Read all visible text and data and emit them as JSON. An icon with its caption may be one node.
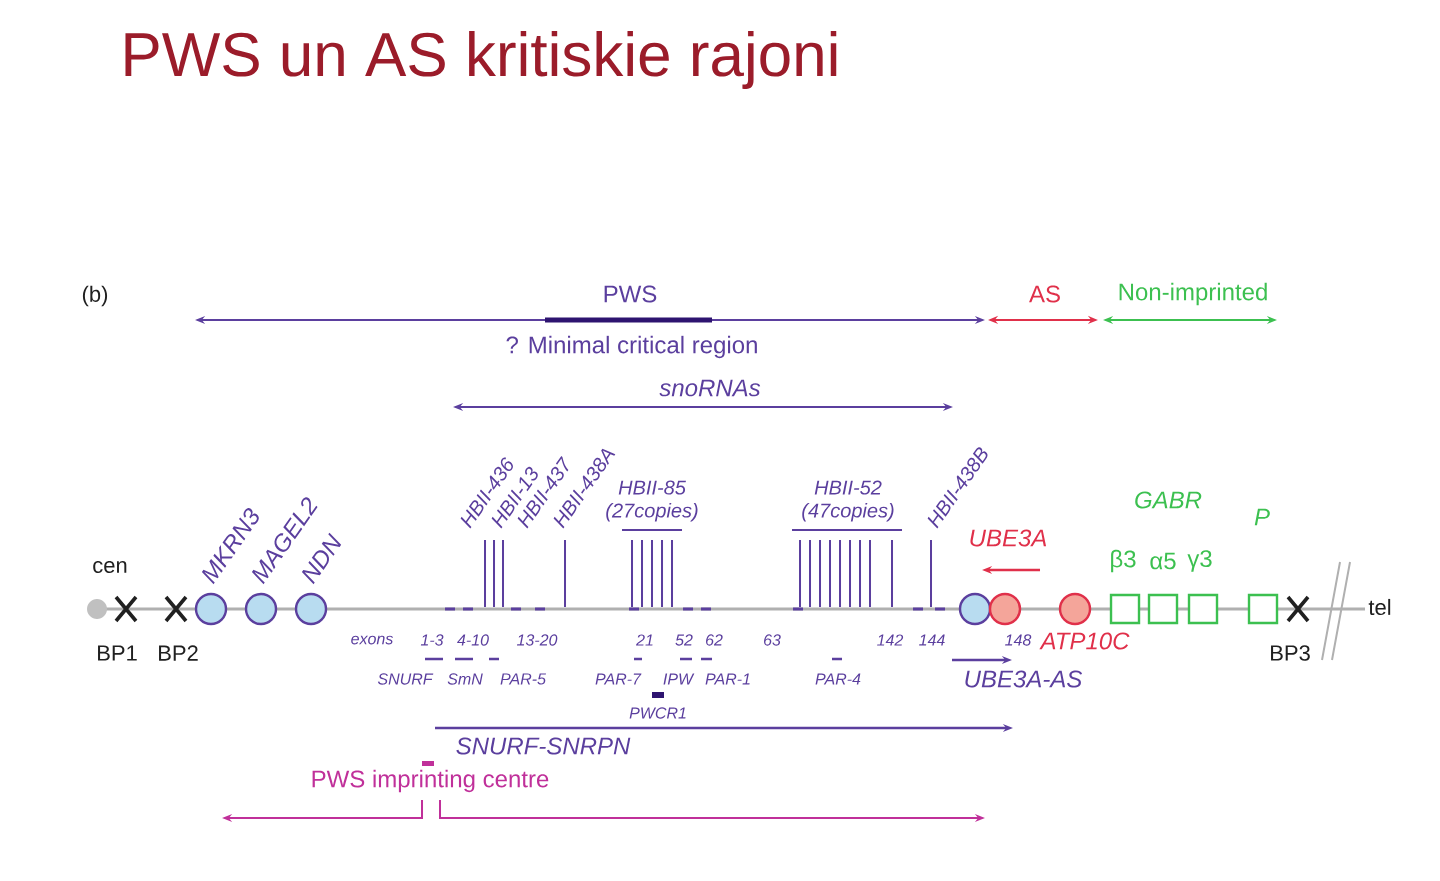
{
  "diagram": {
    "title": "PWS un AS kritiskie rajoni",
    "nodes": [
      {
        "text": [
          "MKRN3"
        ]
      },
      {
        "text": [
          "MAGEL2"
        ]
      },
      {
        "text": [
          "NDN"
        ]
      },
      {
        "text": [],
        "shape": "circle"
      },
      {
        "text": [
          "UBE3A"
        ]
      },
      {
        "text": [
          "ATP10C"
        ]
      },
      {
        "text": [
          "β3"
        ]
      },
      {
        "text": [
          "α5"
        ]
      },
      {
        "text": [
          "γ3"
        ]
      },
      {
        "text": [
          "P"
        ]
      }
    ],
    "edges": [],
    "labels": [
      "(b)",
      "PWS",
      "AS",
      "Non-imprinted",
      "? Minimal critical region",
      "snoRNAs",
      "HBII-436",
      "HBII-13",
      "HBII-437",
      "HBII-438A",
      "HBII-85 (27copies)",
      "HBII-52 (47copies)",
      "HBII-438B",
      "GABR",
      "cen",
      "BP1",
      "BP2",
      "exons",
      "1-3",
      "4-10",
      "13-20",
      "21",
      "52",
      "62",
      "63",
      "142",
      "144",
      "148",
      "SNURF",
      "SmN",
      "PAR-5",
      "PAR-7",
      "IPW",
      "PAR-1",
      "PAR-4",
      "PWCR1",
      "SNURF-SNRPN",
      "PWS imprinting centre",
      "UBE3A-AS",
      "BP3",
      "tel"
    ]
  }
}
